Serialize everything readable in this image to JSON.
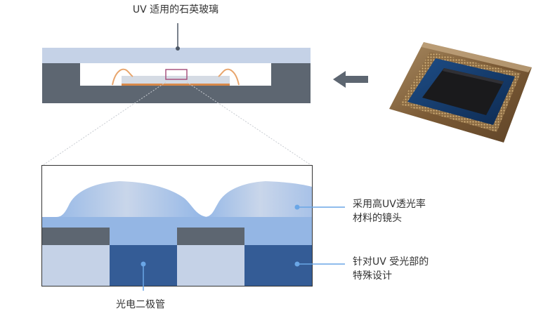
{
  "labels": {
    "top_label": "UV 适用的石英玻璃",
    "bottom_label": "光电二极管",
    "lens_line1": "采用高UV透光率",
    "lens_line2": "材料的镜头",
    "design_line1": "针对UV 受光部的",
    "design_line2": "特殊设计"
  },
  "colors": {
    "quartz_glass": "#c5d2e7",
    "package_frame": "#5d6671",
    "photodiode_dark": "#345c96",
    "photodiode_light": "#c5d2e7",
    "lens_blue": "#8fb4e6",
    "callout_line": "#6aa6e6",
    "leader_line": "#4d5866",
    "wire_orange": "#e8a56c",
    "arrow_gray": "#5d6671"
  }
}
